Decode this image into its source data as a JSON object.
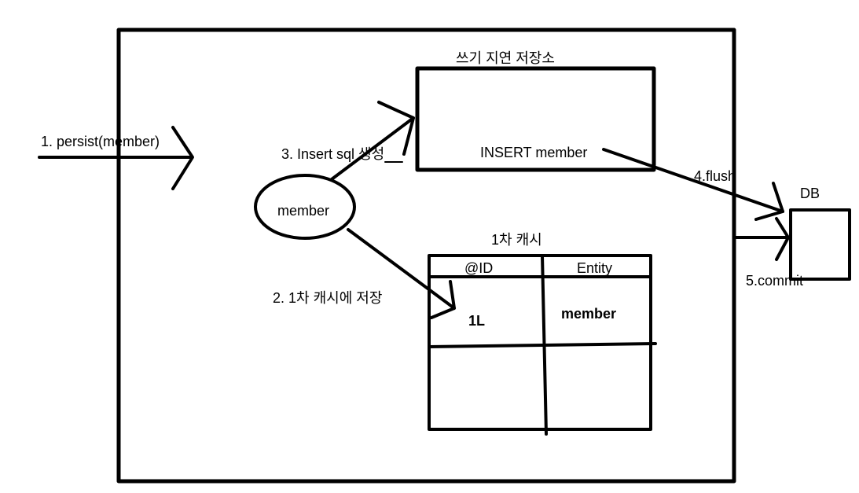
{
  "diagram": {
    "labels": {
      "persist": "1. persist(member)",
      "write_store_title": "쓰기 지연 저장소",
      "insert_sql": "3. Insert sql 생성",
      "insert_member": "INSERT member",
      "flush": "4.flush",
      "db": "DB",
      "member_node": "member",
      "cache_title": "1차 캐시",
      "save_cache": "2. 1차 캐시에 저장",
      "commit": "5.commit"
    },
    "cache_table": {
      "headers": [
        "@ID",
        "Entity"
      ],
      "rows": [
        [
          "1L",
          "member"
        ]
      ]
    }
  }
}
